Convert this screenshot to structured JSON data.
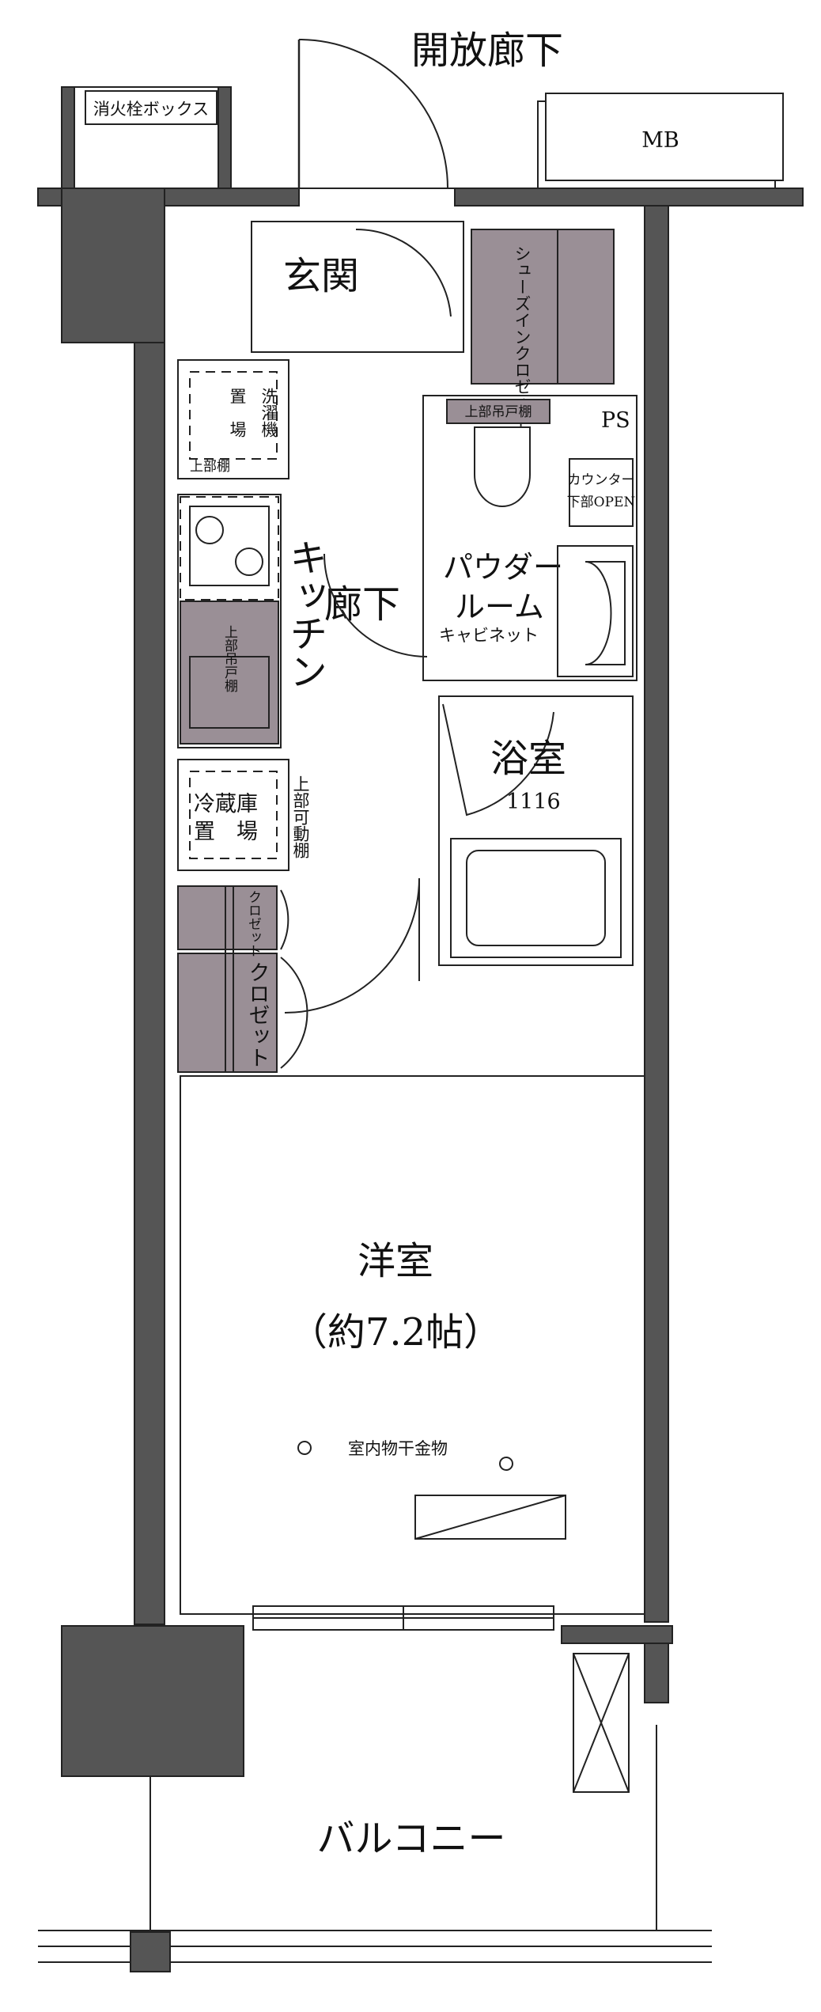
{
  "labels": {
    "corridor_open": "開放廊下",
    "hydrant_box": "消火栓ボックス",
    "mb": "MB",
    "entrance": "玄関",
    "shoe_closet": "シューズインクロゼット",
    "laundry_1": "洗濯機",
    "laundry_2": "置　場",
    "upper_shelf": "上部棚",
    "ps": "PS",
    "upper_cabinet_top": "上部吊戸棚",
    "counter_1": "カウンター",
    "counter_2": "下部OPEN",
    "kitchen": "キッチン",
    "hallway": "廊下",
    "powder_room_1": "パウダー",
    "powder_room_2": "ルーム",
    "cabinet": "キャビネット",
    "upper_cabinet_kitchen": "上部吊戸棚",
    "bathroom": "浴室",
    "bathroom_size": "1116",
    "fridge_1": "冷蔵庫",
    "fridge_2": "置　場",
    "movable_shelf": "上部可動棚",
    "closet_small": "クロゼット",
    "closet": "クロゼット",
    "western_room": "洋室",
    "western_room_size": "（約7.2帖）",
    "drying_hardware": "室内物干金物",
    "balcony": "バルコニー"
  }
}
